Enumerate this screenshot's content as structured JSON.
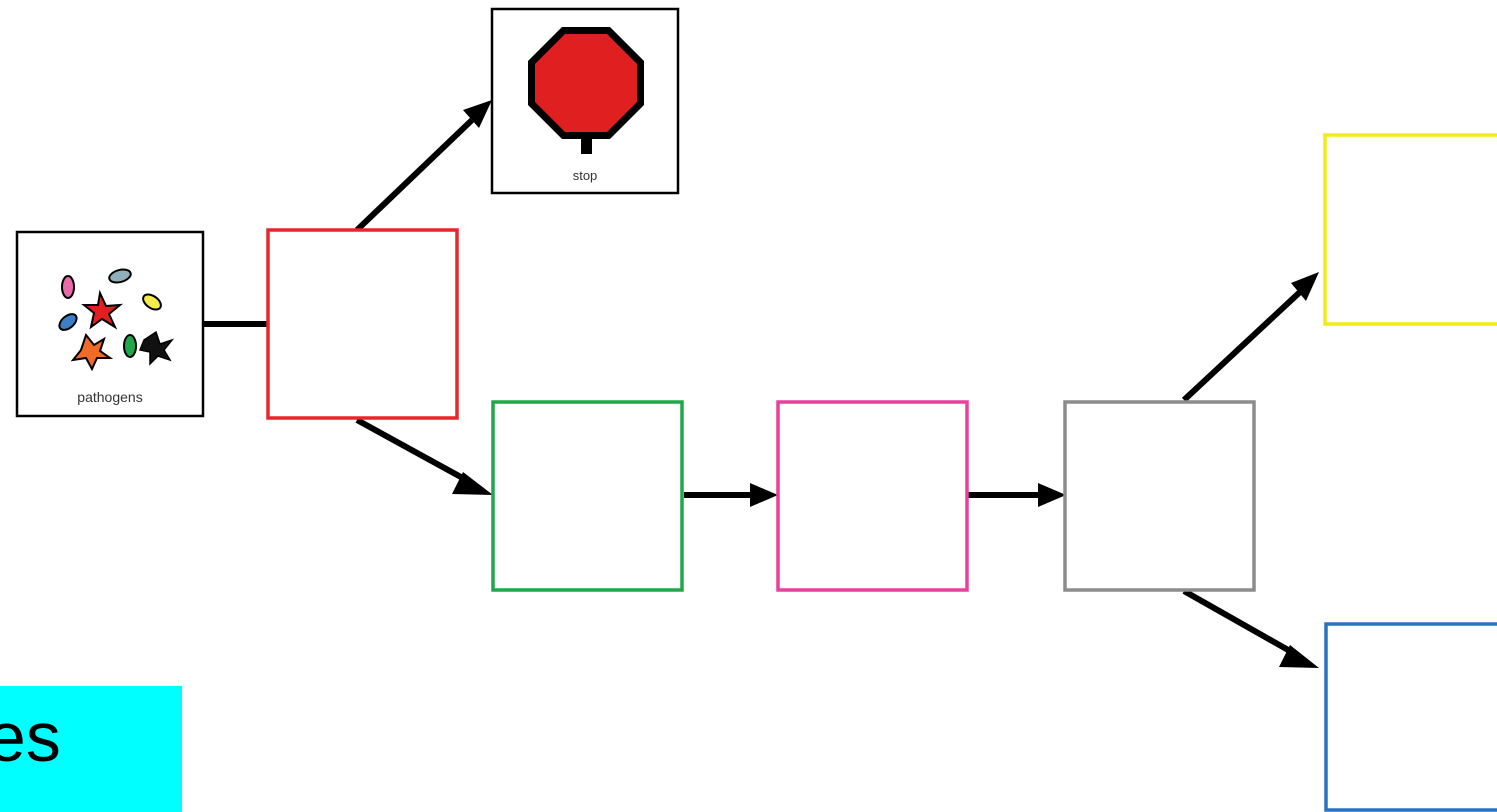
{
  "diagram": {
    "nodes": {
      "pathogens": {
        "label": "pathogens",
        "border_color": "#000000"
      },
      "stop": {
        "label": "stop",
        "border_color": "#000000",
        "sign_color": "#e02020"
      },
      "red_box": {
        "border_color": "#e8262b"
      },
      "green_box": {
        "border_color": "#1fa84a"
      },
      "pink_box": {
        "border_color": "#e8409c"
      },
      "gray_box": {
        "border_color": "#8c8c8c"
      },
      "yellow_box": {
        "border_color": "#f7ea14"
      },
      "blue_box": {
        "border_color": "#2a73c4"
      }
    },
    "caption": {
      "text": "nes",
      "background": "#00ffff"
    }
  }
}
